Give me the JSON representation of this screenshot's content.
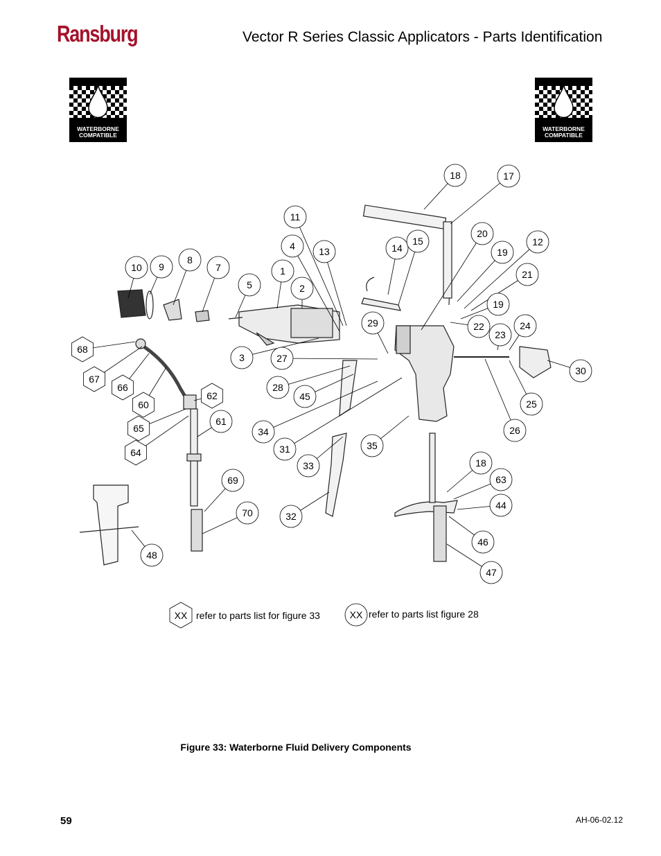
{
  "header": {
    "brand": "Ransburg",
    "title": "Vector R Series Classic Applicators - Parts Identification"
  },
  "badges": [
    {
      "line1": "WATERBORNE",
      "line2": "COMPATIBLE"
    },
    {
      "line1": "WATERBORNE",
      "line2": "COMPATIBLE"
    }
  ],
  "callouts_circle": [
    "1",
    "2",
    "3",
    "4",
    "5",
    "7",
    "8",
    "9",
    "10",
    "11",
    "12",
    "13",
    "14",
    "15",
    "17",
    "18",
    "19",
    "19",
    "20",
    "21",
    "22",
    "23",
    "24",
    "25",
    "26",
    "27",
    "28",
    "29",
    "30",
    "31",
    "32",
    "33",
    "34",
    "35",
    "44",
    "45",
    "46",
    "47",
    "48",
    "61",
    "63",
    "69",
    "70",
    "18"
  ],
  "callouts_hex": [
    "60",
    "62",
    "64",
    "65",
    "66",
    "67",
    "68"
  ],
  "legend": {
    "hex_marker": "XX",
    "hex_text": "refer to parts list for figure 33",
    "circle_marker": "XX",
    "circle_text": "refer to parts list figure 28"
  },
  "caption": "Figure 33:  Waterborne Fluid Delivery Components",
  "footer": {
    "page_number": "59",
    "doc_code": "AH-06-02.12"
  }
}
